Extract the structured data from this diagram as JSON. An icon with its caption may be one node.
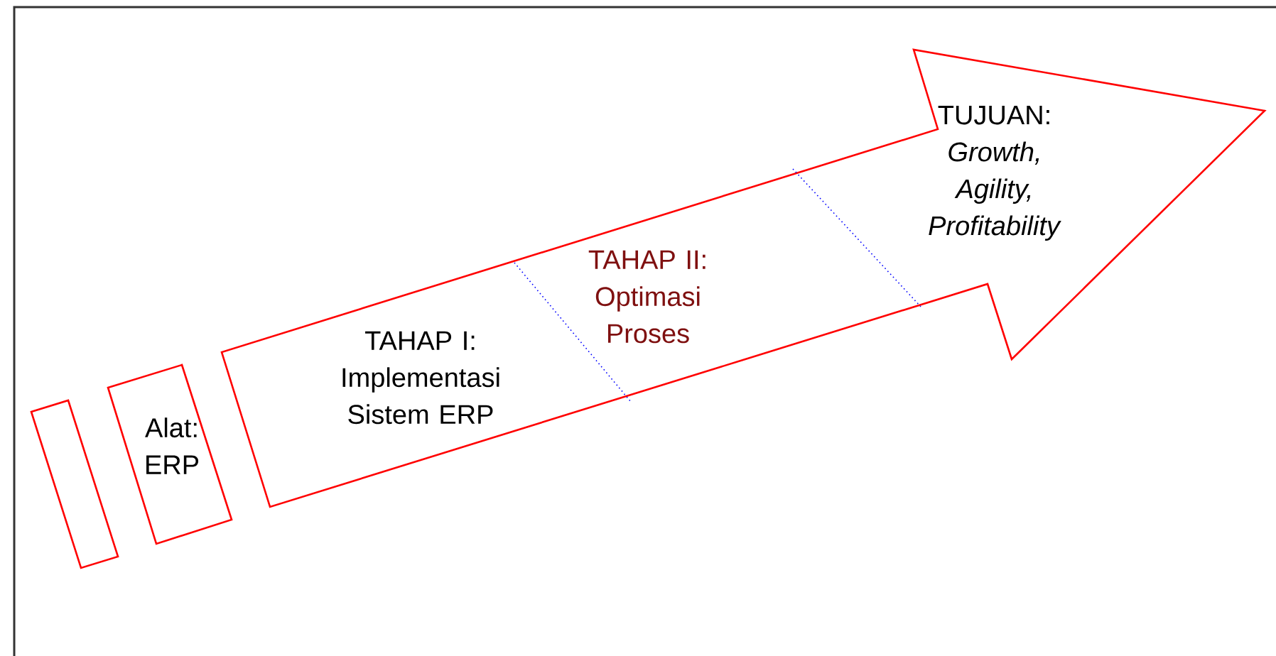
{
  "diagram": {
    "nodes": [
      {
        "text": [],
        "shape": "box"
      },
      {
        "text": [
          "Alat: ERP"
        ]
      },
      {
        "text": [
          "TAHAP I: Implementasi Sistem ERP"
        ]
      },
      {
        "text": [
          "TAHAP II: Optimasi Proses"
        ]
      },
      {
        "text": [
          "TUJUAN: *Growth, Agility, Profitability*"
        ]
      }
    ],
    "edges": []
  }
}
